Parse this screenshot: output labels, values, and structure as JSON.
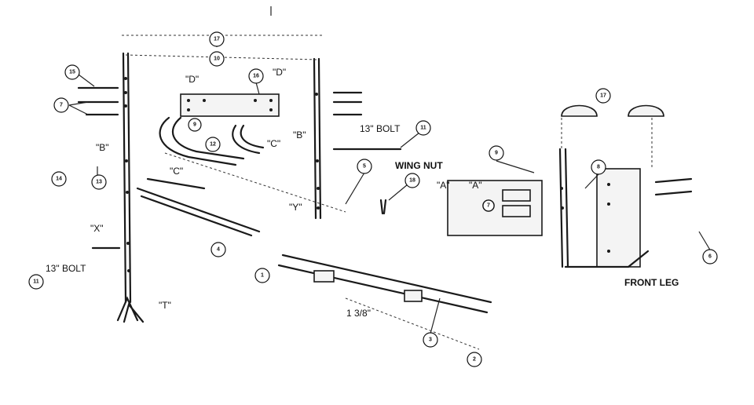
{
  "callouts": {
    "c1": "1",
    "c2": "2",
    "c3": "3",
    "c4": "4",
    "c5": "5",
    "c6": "6",
    "c7a": "7",
    "c7b": "7",
    "c8": "8",
    "c9a": "9",
    "c9b": "9",
    "c10": "10",
    "c11a": "11",
    "c11b": "11",
    "c12": "12",
    "c13": "13",
    "c14": "14",
    "c15": "15",
    "c16": "16",
    "c17a": "17",
    "c17b": "17",
    "c18": "18"
  },
  "labels": {
    "bolt13_right": "13\" BOLT",
    "bolt13_left": "13\" BOLT",
    "wing_nut": "WING NUT",
    "front_leg": "FRONT LEG",
    "dim_1_3_8": "1 3/8\"",
    "letter_D1": "\"D\"",
    "letter_D2": "\"D\"",
    "letter_B1": "\"B\"",
    "letter_B2": "\"B\"",
    "letter_C1": "\"C\"",
    "letter_C2": "\"C\"",
    "letter_Y": "\"Y\"",
    "letter_X": "\"X\"",
    "letter_T": "\"T\"",
    "letter_A1": "\"A\"",
    "letter_A2": "\"A\""
  }
}
